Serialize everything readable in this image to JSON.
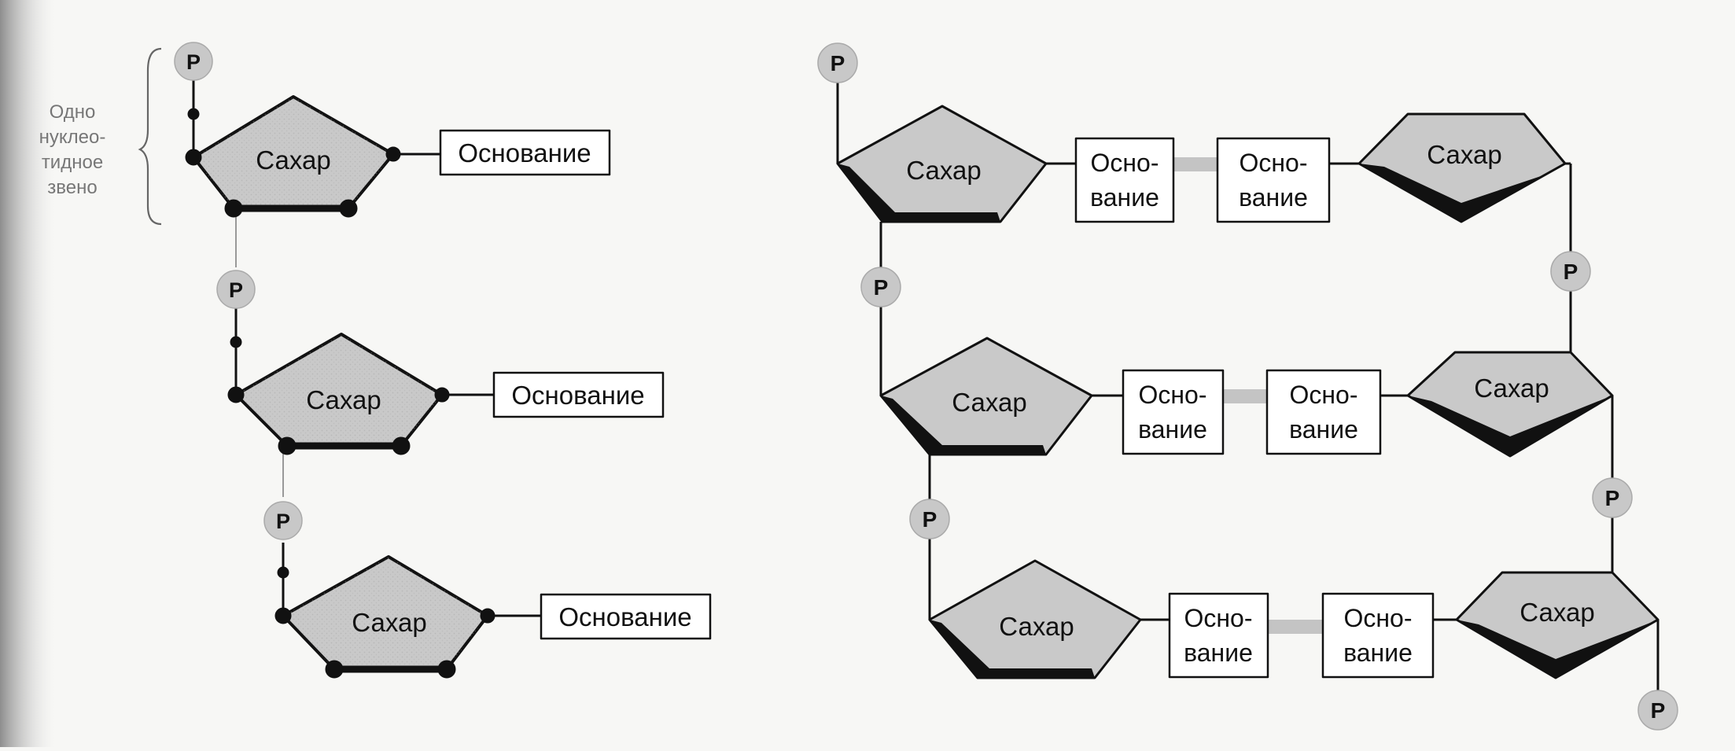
{
  "annotation": {
    "lines": [
      "Одно",
      "нуклео-",
      "тидное",
      "звено"
    ]
  },
  "single_strand": {
    "nucleotides": [
      {
        "phosphate": "P",
        "sugar": "Сахар",
        "base": "Основание"
      },
      {
        "phosphate": "P",
        "sugar": "Сахар",
        "base": "Основание"
      },
      {
        "phosphate": "P",
        "sugar": "Сахар",
        "base": "Основание"
      }
    ]
  },
  "double_strand": {
    "left_strand": {
      "phosphates": [
        "P",
        "P",
        "P"
      ],
      "sugars": [
        "Сахар",
        "Сахар",
        "Сахар"
      ],
      "bases": [
        [
          "Осно-",
          "вание"
        ],
        [
          "Осно-",
          "вание"
        ],
        [
          "Осно-",
          "вание"
        ]
      ]
    },
    "right_strand": {
      "phosphates": [
        "P",
        "P",
        "P"
      ],
      "sugars": [
        "Сахар",
        "Сахар",
        "Сахар"
      ],
      "bases": [
        [
          "Осно-",
          "вание"
        ],
        [
          "Осно-",
          "вание"
        ],
        [
          "Осно-",
          "вание"
        ]
      ]
    }
  },
  "colors": {
    "ink": "#111111",
    "sugar_fill": "#c9c9c9",
    "phosphate_fill": "#c8c8c8",
    "base_fill": "#ffffff",
    "pairing_bar": "#c4c4c4"
  }
}
